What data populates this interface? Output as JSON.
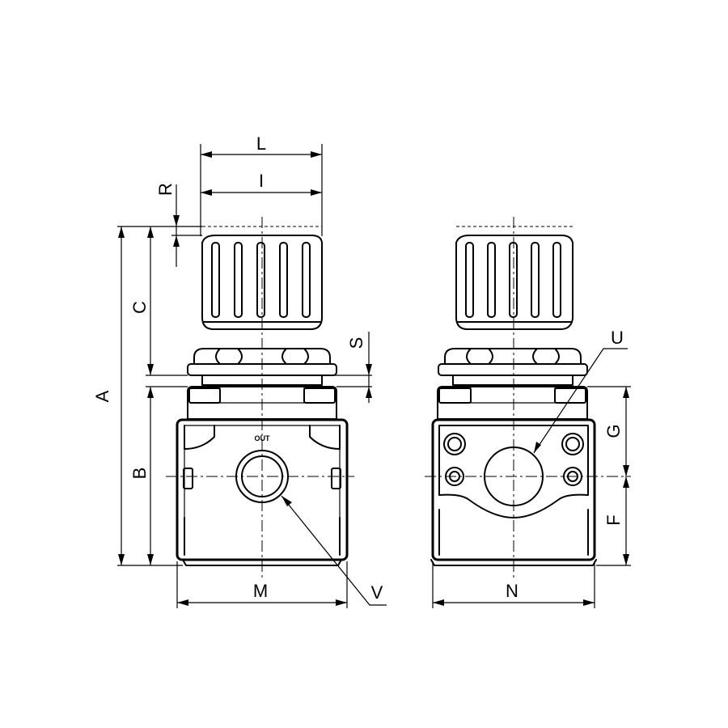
{
  "front_view": {
    "port_label": "OUT"
  },
  "dimension_labels": {
    "A": "A",
    "B": "B",
    "C": "C",
    "R": "R",
    "S": "S",
    "L": "L",
    "I": "I",
    "M": "M",
    "V": "V",
    "U": "U",
    "N": "N",
    "G": "G",
    "F": "F"
  }
}
